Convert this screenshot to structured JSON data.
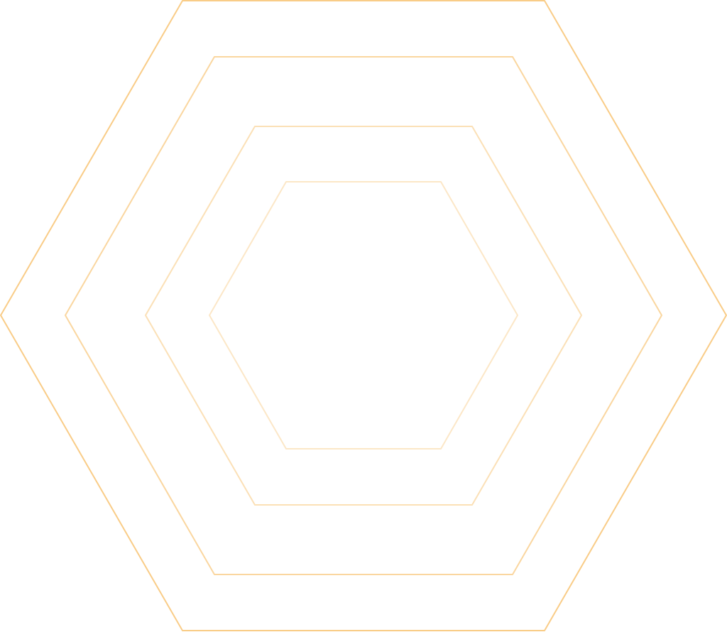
{
  "graphic": {
    "shape": "concentric-hexagon-outlines",
    "ring_count": 4,
    "stroke_color": "#f8c67a",
    "background_color": "#ffffff",
    "ring_opacity_outer_to_inner": [
      0.9,
      0.72,
      0.55,
      0.42
    ]
  }
}
